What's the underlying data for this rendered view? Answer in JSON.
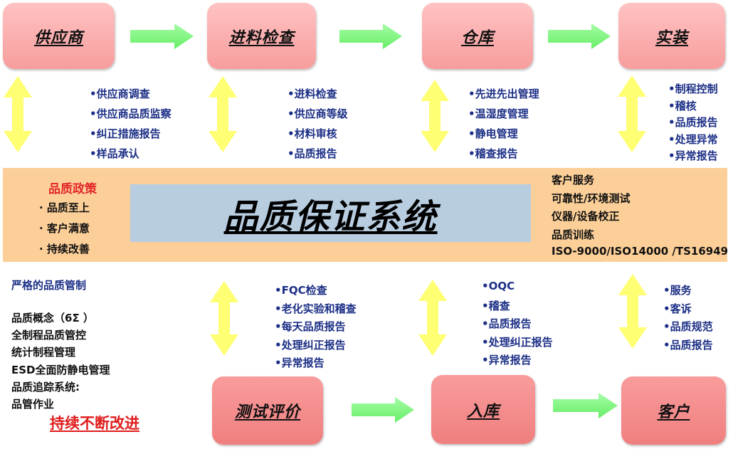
{
  "boxes": {
    "supplier": "供应商",
    "incoming_inspection": "进料检查",
    "warehouse": "仓库",
    "assembly": "实装",
    "test_evaluation": "测试评价",
    "stock_in": "入库",
    "customer": "客户"
  },
  "lists": {
    "supplier": [
      "•供应商调查",
      "•供应商品质监察",
      "•纠正措施报告",
      "•样品承认"
    ],
    "incoming": [
      "•进料检查",
      "•供应商等级",
      "•材料审核",
      "•品质报告"
    ],
    "warehouse": [
      "•先进先出管理",
      "•温湿度管理",
      "•静电管理",
      "•稽查报告"
    ],
    "assembly": [
      "•制程控制",
      "•稽核",
      "•品质报告",
      "•处理异常",
      "•异常报告"
    ],
    "fqc": [
      "•FQC检查",
      "•老化实验和稽查",
      "•每天品质报告",
      "•处理纠正报告",
      "•异常报告"
    ],
    "oqc": [
      "•OQC",
      "•稽查",
      "•品质报告",
      "•处理纠正报告",
      "•异常报告"
    ],
    "customer": [
      "•服务",
      "•客诉",
      "•品质规范",
      "•品质报告"
    ]
  },
  "center": {
    "title": "品质保证系统",
    "policy_title": "品质政策",
    "policy_items": [
      "品质至上",
      "客户满意",
      "持续改善"
    ],
    "service_items": [
      "客户服务",
      "可靠性/环境测试",
      "仪器/设备校正",
      "品质训练",
      "ISO-9000/ISO14000 /TS16949"
    ]
  },
  "bottom_left": {
    "strict_title": "严格的品质管制",
    "concepts": [
      "品质概念（6Σ ）",
      "全制程品质管控",
      "统计制程管理",
      "ESD全面防静电管理",
      "品质追踪系统:",
      "品管作业"
    ],
    "improve": "持续不断改进"
  },
  "colors": {
    "box_fill": "#f8a9a9",
    "arrow_green": "#8ff98f",
    "arrow_yellow": "#ffff73",
    "band": "#fccf98",
    "panel": "#b8cde0",
    "list_text": "#1c2f86",
    "accent_red": "#e3262b"
  }
}
